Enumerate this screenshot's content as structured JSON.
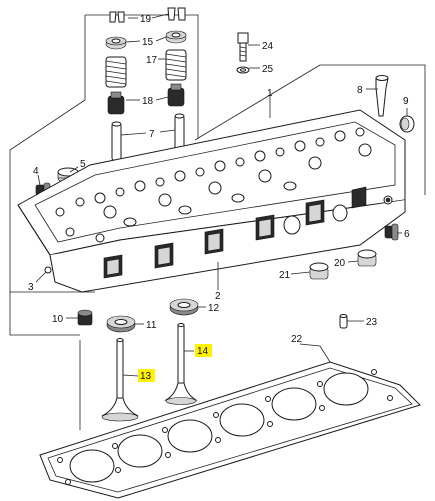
{
  "callouts": {
    "c1": "1",
    "c2": "2",
    "c3": "3",
    "c4": "4",
    "c5": "5",
    "c6": "6",
    "c7": "7",
    "c8": "8",
    "c9": "9",
    "c10": "10",
    "c11": "11",
    "c12": "12",
    "c13": "13",
    "c14": "14",
    "c15": "15",
    "c17": "17",
    "c18": "18",
    "c19": "19",
    "c20": "20",
    "c21": "21",
    "c22": "22",
    "c23": "23",
    "c24": "24",
    "c25": "25"
  },
  "highlighted": [
    "13",
    "14"
  ],
  "colors": {
    "highlight": "#fff200",
    "line": "#222222",
    "part_dark": "#2a2a2a"
  }
}
